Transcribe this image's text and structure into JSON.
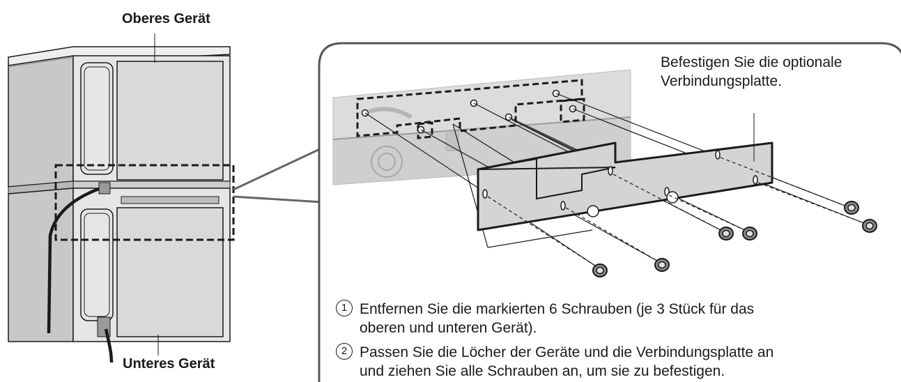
{
  "labels": {
    "upper_unit": "Oberes Gerät",
    "lower_unit": "Unteres Gerät",
    "callout": [
      "Befestigen Sie die optionale",
      "Verbindungsplatte."
    ]
  },
  "steps": [
    {
      "number": "1",
      "lines": [
        "Entfernen Sie die markierten 6 Schrauben (je 3 Stück für das",
        "oberen und unteren Gerät)."
      ]
    },
    {
      "number": "2",
      "lines": [
        "Passen Sie die Löcher der Geräte und die Verbindungsplatte an",
        "und ziehen Sie alle Schrauben an, um sie zu befestigen."
      ]
    }
  ],
  "colors": {
    "line": "#1a1a1a",
    "cabinet_side": "#c8c8c8",
    "cabinet_front": "#e6e6e6",
    "plate": "#d4d4d4",
    "panel_outline": "#555555"
  }
}
